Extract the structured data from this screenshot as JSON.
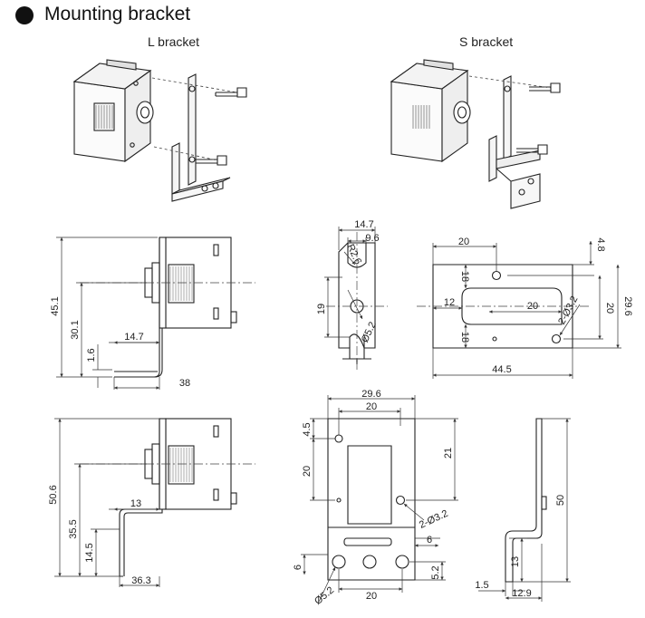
{
  "header": {
    "title": "Mounting bracket"
  },
  "views": {
    "l_label": "L bracket",
    "s_label": "S bracket"
  },
  "dims": {
    "l_side": {
      "height_total": "45.1",
      "height_axis": "30.1",
      "foot": "14.7",
      "thick": "1.6",
      "width": "38"
    },
    "s_side": {
      "height_total": "50.6",
      "height_axis": "35.5",
      "step": "13",
      "foot_h": "14.5",
      "width": "36.3"
    },
    "l_front": {
      "width": "14.7",
      "slot_w": "9.6",
      "radius": "R2.6",
      "pitch": "19",
      "hole": "Ø5.2"
    },
    "l_plate": {
      "top_w": "20",
      "top_h": "4.8",
      "slot_h": "18",
      "left_in": "12",
      "mid_w": "20",
      "height": "29.6",
      "inner_h": "20",
      "bottom_h": "18",
      "holes": "2-Ø3.2",
      "width": "44.5"
    },
    "s_plate": {
      "width": "29.6",
      "top_w": "20",
      "top_off": "4.5",
      "right_h": "21",
      "left_h": "20",
      "holes": "2-Ø3.2",
      "slot_h": "6",
      "bot_off": "6",
      "bot_h": "5.2",
      "bot_w": "20",
      "bot_hole": "Ø5.2"
    },
    "s_side2": {
      "height": "50",
      "step": "13",
      "thick": "1.5",
      "depth": "12.9"
    }
  }
}
